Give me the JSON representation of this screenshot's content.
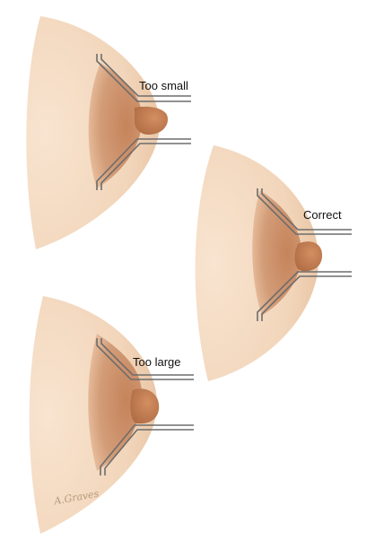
{
  "labels": {
    "too_small": "Too small",
    "correct": "Correct",
    "too_large": "Too large"
  },
  "signature": "A.Graves",
  "colors": {
    "skin_light": "#f5dcc3",
    "skin_mid": "#e9c2a0",
    "areola": "#c98a62",
    "nipple": "#c47d52",
    "flange_line": "#6d6d6d",
    "flange_fill": "#ffffff"
  }
}
